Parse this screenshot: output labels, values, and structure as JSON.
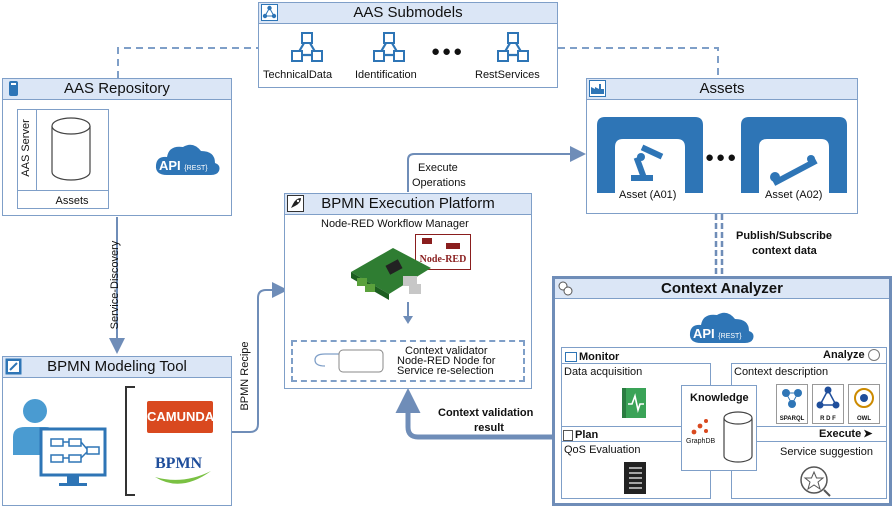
{
  "aas_submodels": {
    "title": "AAS Submodels",
    "items": [
      "TechnicalData",
      "Identification",
      "RestServices"
    ],
    "ellipsis": "●●●"
  },
  "aas_repository": {
    "title": "AAS Repository",
    "server_label": "AAS Server",
    "assets_label": "Assets",
    "api_label": "API",
    "api_rest": "{REST}"
  },
  "assets": {
    "title": "Assets",
    "asset1": "Asset (A01)",
    "asset2": "Asset (A02)",
    "ellipsis": "●●●"
  },
  "bpmn_exec": {
    "title": "BPMN Execution Platform",
    "manager": "Node-RED Workflow Manager",
    "nodered_logo": "Node-RED",
    "validator_line1": "Context validator",
    "validator_line2": "Node-RED Node for",
    "validator_line3": "Service re-selection"
  },
  "bpmn_modeling": {
    "title": "BPMN Modeling Tool",
    "camunda_logo": "CAMUNDA",
    "bpmn_logo": "BPMN"
  },
  "context_analyzer": {
    "title": "Context Analyzer",
    "api_label": "API",
    "api_rest": "{REST}",
    "monitor": "Monitor",
    "data_acquisition": "Data acquisition",
    "analyze": "Analyze",
    "context_description": "Context description",
    "plan": "Plan",
    "qos": "QoS Evaluation",
    "execute": "Execute",
    "service_suggestion": "Service suggestion",
    "knowledge": "Knowledge",
    "graphdb": "GraphDB",
    "sparql": "SPARQL",
    "rdf": "R D F",
    "owl": "OWL"
  },
  "edges": {
    "execute_ops_1": "Execute",
    "execute_ops_2": "Operations",
    "pubsub_1": "Publish/Subscribe",
    "pubsub_2": "context data",
    "service_discovery": "Service-Discovery",
    "bpmn_recipe": "BPMN Recipe",
    "validation_1": "Context validation",
    "validation_2": "result"
  },
  "colors": {
    "header_fill": "#dbe6f6",
    "border": "#7f9fc8",
    "accent_blue": "#2e75b6",
    "arrow": "#6f8db8",
    "context_border": "#6f8db8"
  }
}
